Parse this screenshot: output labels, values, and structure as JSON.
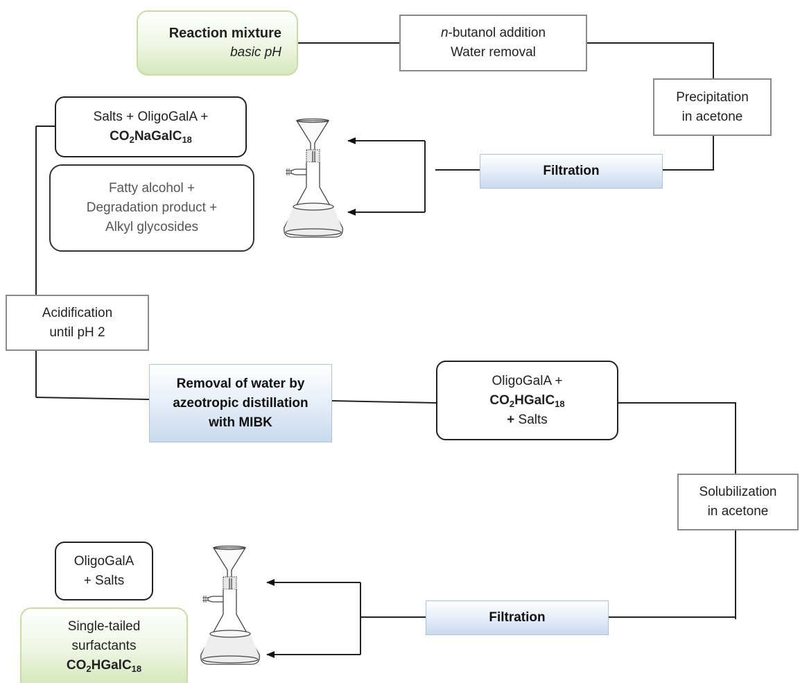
{
  "reaction_mixture": {
    "title": "Reaction mixture",
    "subtitle": "basic pH"
  },
  "butanol": {
    "line1_italic": "n",
    "line1_rest": "-butanol addition",
    "line2": "Water removal"
  },
  "precipitation": {
    "line1": "Precipitation",
    "line2": "in acetone"
  },
  "filtration_top": "Filtration",
  "salts_box": {
    "line1": "Salts + OligoGalA +",
    "formula_a": "CO",
    "formula_b": "2",
    "formula_c": "NaGalC",
    "formula_d": "18"
  },
  "fatty_box": {
    "line1": "Fatty alcohol +",
    "line2": "Degradation product +",
    "line3": "Alkyl glycosides"
  },
  "acidification": {
    "line1": "Acidification",
    "line2": "until pH 2"
  },
  "removal": {
    "line1": "Removal of water  by",
    "line2": "azeotropic distillation",
    "line3": "with MIBK"
  },
  "oligo_mid": {
    "line1": "OligoGalA +",
    "formula_a": "CO",
    "formula_b": "2",
    "formula_c": "HGalC",
    "formula_d": "18",
    "line3_bold": "+",
    "line3_rest": " Salts"
  },
  "solubilization": {
    "line1": "Solubilization",
    "line2": "in acetone"
  },
  "filtration_bottom": "Filtration",
  "oligo_bottom": {
    "line1": "OligoGalA",
    "line2": "+ Salts"
  },
  "single_tailed": {
    "line1": "Single-tailed",
    "line2": "surfactants",
    "formula_a": "CO",
    "formula_b": "2",
    "formula_c": "HGalC",
    "formula_d": "18"
  },
  "colors": {
    "green_border": "#c9dca8",
    "blue_fill": "#c9d9ee",
    "line": "#222222"
  },
  "icons": [
    "filter-flask-icon-top",
    "filter-flask-icon-bottom"
  ]
}
